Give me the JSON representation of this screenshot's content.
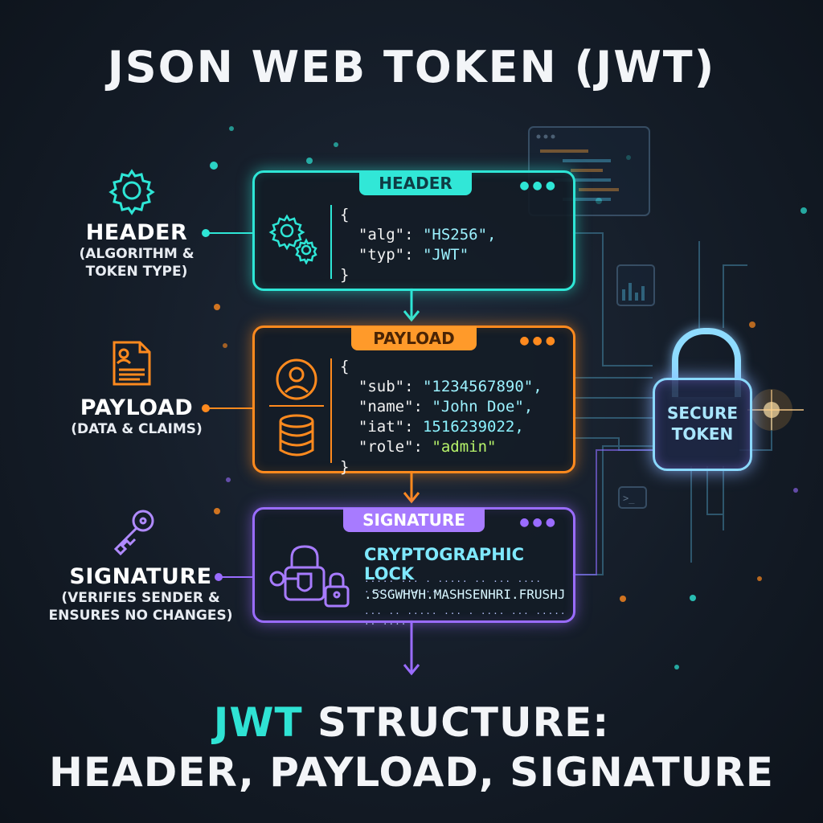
{
  "title": "JSON WEB TOKEN (JWT)",
  "labels": {
    "header": {
      "title": "HEADER",
      "sub1": "(ALGORITHM &",
      "sub2": "TOKEN TYPE)"
    },
    "payload": {
      "title": "PAYLOAD",
      "sub1": "(DATA & CLAIMS)"
    },
    "signature": {
      "title": "SIGNATURE",
      "sub1": "(VERIFIES SENDER &",
      "sub2": "ENSURES NO CHANGES)"
    }
  },
  "cards": {
    "header": {
      "tab": "HEADER",
      "code": {
        "open": "{",
        "alg_key": "\"alg\": ",
        "alg_val": "\"HS256\",",
        "typ_key": "\"typ\": ",
        "typ_val": "\"JWT\"",
        "close": "}"
      }
    },
    "payload": {
      "tab": "PAYLOAD",
      "code": {
        "open": "{",
        "sub_key": "\"sub\": ",
        "sub_val": "\"1234567890\",",
        "name_key": "\"name\": ",
        "name_val": "\"John Doe\",",
        "iat_key": "\"iat\": ",
        "iat_val": "1516239022,",
        "role_key": "\"role\": ",
        "role_val": "\"admin\"",
        "close": "}"
      }
    },
    "signature": {
      "tab": "SIGNATURE",
      "crypto_title": "CRYPTOGRAPHIC LOCK",
      "bits_top": "..... ... . ..... .. ... .... ..... ... ....",
      "hash": ".5SGWH∀H.MASHSENHRI.FRUSHJ",
      "bits_bottom": "... .. ..... ... . .... ... ..... .. ...."
    }
  },
  "lock": {
    "line1": "SECURE",
    "line2": "TOKEN"
  },
  "bottom": {
    "accent": "JWT",
    "line1_rest": " STRUCTURE:",
    "line2": "HEADER, PAYLOAD, SIGNATURE"
  },
  "colors": {
    "header": "#2ee6d6",
    "payload": "#ff8a1e",
    "signature": "#9a6cff",
    "lock": "#8ad9ff"
  }
}
